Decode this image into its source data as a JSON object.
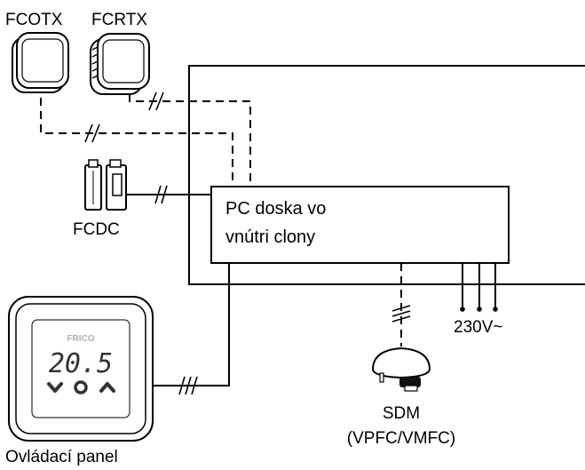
{
  "labels": {
    "fcotx": "FCOTX",
    "fcrtx": "FCRTX",
    "fcdc": "FCDC",
    "pc_board_line1": "PC doska vo",
    "pc_board_line2": "vnútri clony",
    "voltage": "230V~",
    "sdm_line1": "SDM",
    "sdm_line2": "(VPFC/VMFC)",
    "panel": "Ovládací panel"
  },
  "panel_display": {
    "brand": "FRICO",
    "temperature": "20.5",
    "down_symbol": "⌄",
    "center_symbol": "o",
    "up_symbol": "^"
  },
  "colors": {
    "line": "#000000",
    "device_fill": "#ffffff",
    "display_text": "#333333",
    "brand_text": "#b0b0b0"
  }
}
